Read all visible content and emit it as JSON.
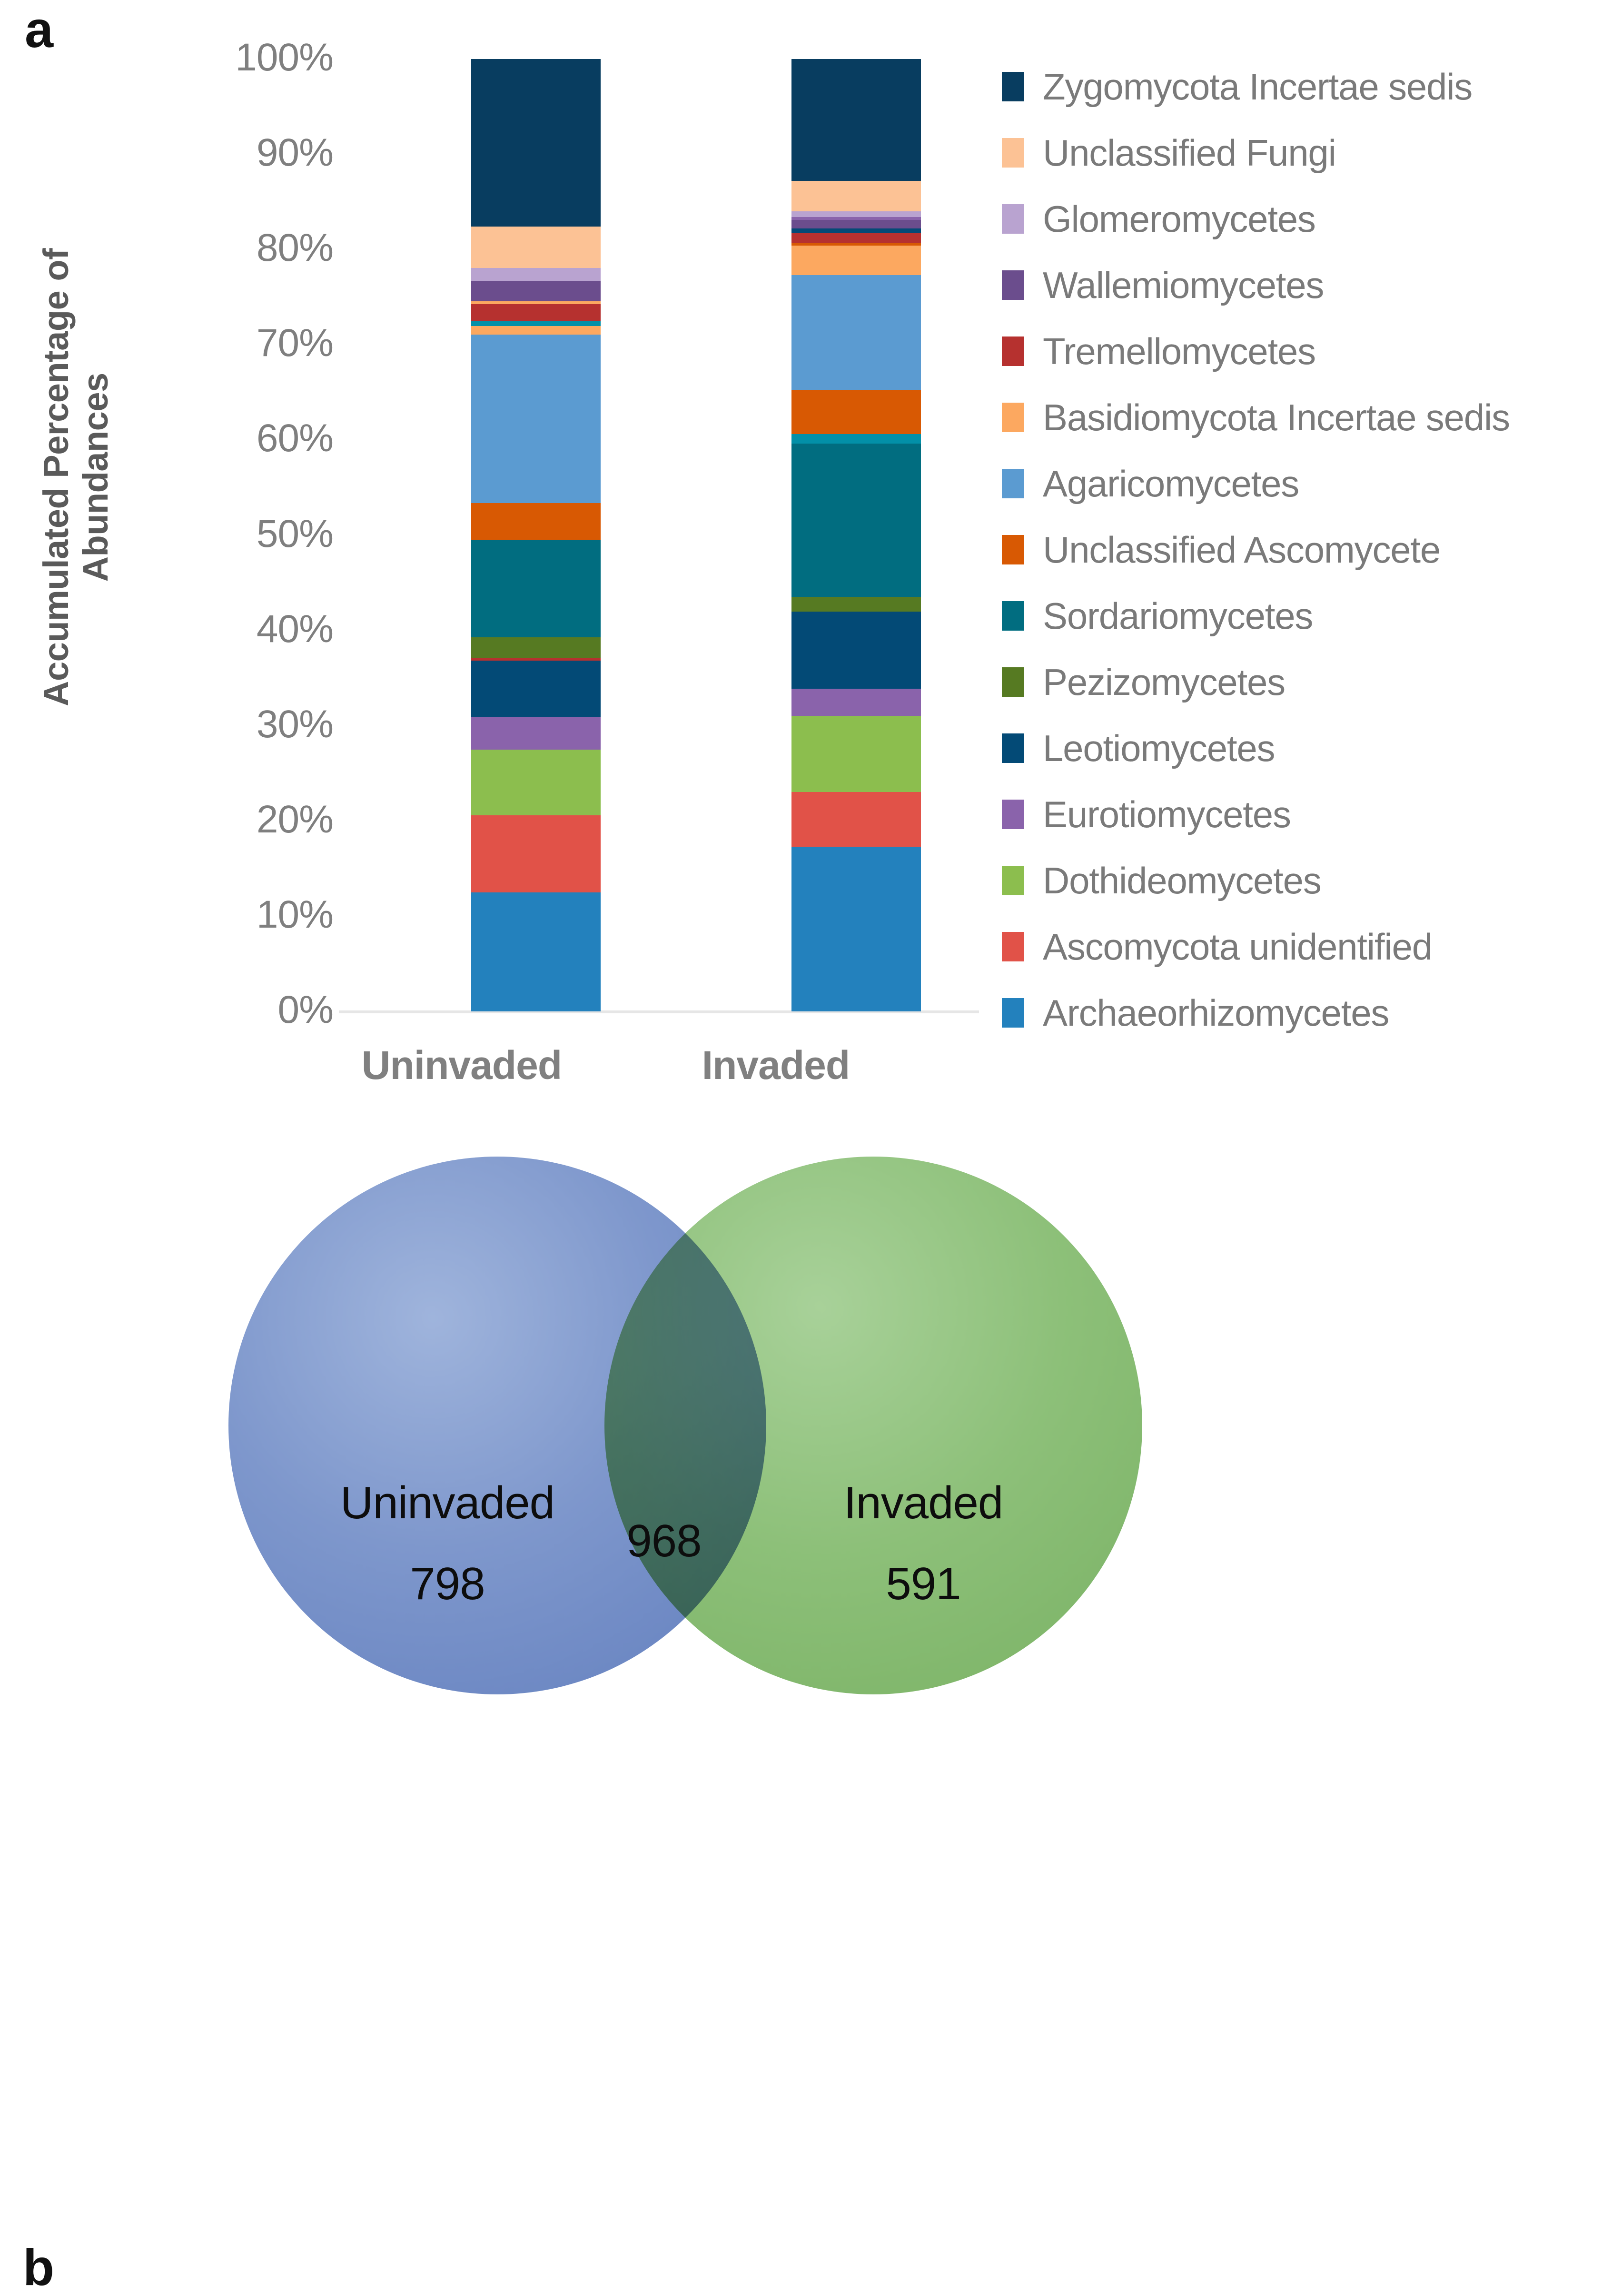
{
  "panels": {
    "a_letter": "a",
    "b_letter": "b"
  },
  "chart_data": {
    "type": "bar",
    "subtype": "stacked-100-percent",
    "title": "",
    "xlabel": "",
    "ylabel": "Accumulated Percentage of Abundances",
    "ylim": [
      0,
      100
    ],
    "ytick_labels": [
      "100%",
      "90%",
      "80%",
      "70%",
      "60%",
      "50%",
      "40%",
      "30%",
      "20%",
      "10%",
      "0%"
    ],
    "ytick_values": [
      100,
      90,
      80,
      70,
      60,
      50,
      40,
      30,
      20,
      10,
      0
    ],
    "grid": false,
    "legend_position": "right",
    "categories": [
      "Uninvaded",
      "Invaded"
    ],
    "series": [
      {
        "name": "Archaeorhizomycetes",
        "color": "#2381bd",
        "values": [
          12.1,
          16.9
        ]
      },
      {
        "name": "Ascomycota unidentified",
        "color": "#e15248",
        "values": [
          7.8,
          5.6
        ]
      },
      {
        "name": "Dothideomycetes",
        "color": "#8cbe4e",
        "values": [
          6.7,
          7.8
        ]
      },
      {
        "name": "Eurotiomycetes",
        "color": "#8a63ab",
        "values": [
          3.3,
          2.8
        ]
      },
      {
        "name": "Leotiomycetes",
        "color": "#034a76",
        "values": [
          5.7,
          7.9
        ]
      },
      {
        "name": "Pezizomycetes",
        "color": "#567a22",
        "values": [
          2.1,
          1.3
        ]
      },
      {
        "name": "Sordariomycetes",
        "color": "#016d80",
        "values": [
          9.9,
          15.7
        ]
      },
      {
        "name": "Unclassified Ascomycete",
        "color": "#d85903",
        "values": [
          3.7,
          4.5
        ]
      },
      {
        "name": "Agaricomycetes",
        "color": "#5b9bd1",
        "values": [
          17.1,
          11.8
        ]
      },
      {
        "name": "Basidiomycota Incertae sedis",
        "color": "#fca860",
        "values": [
          0.9,
          3.0
        ]
      },
      {
        "name": "Tremellomycetes",
        "color": "#b6312f",
        "values": [
          1.7,
          1.1
        ]
      },
      {
        "name": "Wallemiomycetes",
        "color": "#6b4d8d",
        "values": [
          2.1,
          0.9
        ]
      },
      {
        "name": "Glomeromycetes",
        "color": "#b9a3d0",
        "values": [
          1.3,
          0.6
        ]
      },
      {
        "name": "Unclassified Fungi",
        "color": "#fcc295",
        "values": [
          4.2,
          3.1
        ]
      },
      {
        "name": "Zygomycota Incertae sedis",
        "color": "#083d60",
        "values": [
          17.0,
          12.5
        ]
      }
    ],
    "extra_thin_segments": {
      "note": "thin interleaved slivers visible between major bands",
      "uninvaded": [
        {
          "name": "Basidiomycota Incertae sedis sliver",
          "color": "#fca860",
          "pct": 0.3
        },
        {
          "name": "Sordariomycetes sliver",
          "color": "#0390a8",
          "pct": 0.5
        },
        {
          "name": "Tremellomycetes sliver",
          "color": "#b6312f",
          "pct": 0.3
        }
      ],
      "invaded": [
        {
          "name": "Unclassified Ascomycete sliver",
          "color": "#d85903",
          "pct": 0.25
        },
        {
          "name": "Sordariomycetes sliver",
          "color": "#0390a8",
          "pct": 1.0
        },
        {
          "name": "Pezizomycetes sliver",
          "color": "#567a22",
          "pct": 0.25
        },
        {
          "name": "Leotiomycetes sliver",
          "color": "#034a76",
          "pct": 0.4
        },
        {
          "name": "Eurotiomycetes sliver",
          "color": "#8a63ab",
          "pct": 0.3
        }
      ]
    }
  },
  "legend": {
    "items": [
      {
        "label": "Zygomycota Incertae sedis",
        "color": "#083d60"
      },
      {
        "label": "Unclassified Fungi",
        "color": "#fcc295"
      },
      {
        "label": "Glomeromycetes",
        "color": "#b9a3d0"
      },
      {
        "label": "Wallemiomycetes",
        "color": "#6b4d8d"
      },
      {
        "label": "Tremellomycetes",
        "color": "#b6312f"
      },
      {
        "label": "Basidiomycota Incertae sedis",
        "color": "#fca860"
      },
      {
        "label": "Agaricomycetes",
        "color": "#5b9bd1"
      },
      {
        "label": "Unclassified Ascomycete",
        "color": "#d85903"
      },
      {
        "label": "Sordariomycetes",
        "color": "#016d80"
      },
      {
        "label": "Pezizomycetes",
        "color": "#567a22"
      },
      {
        "label": "Leotiomycetes",
        "color": "#034a76"
      },
      {
        "label": "Eurotiomycetes",
        "color": "#8a63ab"
      },
      {
        "label": "Dothideomycetes",
        "color": "#8cbe4e"
      },
      {
        "label": "Ascomycota unidentified",
        "color": "#e15248"
      },
      {
        "label": "Archaeorhizomycetes",
        "color": "#2381bd"
      }
    ]
  },
  "venn": {
    "left_label": "Uninvaded",
    "left_count": "798",
    "intersection_count": "968",
    "right_label": "Invaded",
    "right_count": "591",
    "left_color": "#7e97cc",
    "right_color": "#8dc079"
  }
}
